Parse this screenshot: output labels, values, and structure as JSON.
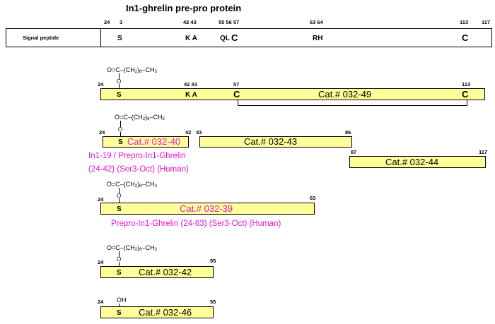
{
  "title": "In1-ghrelin pre-pro protein",
  "top_bar": {
    "label": "Signal peptide",
    "positions": [
      "24",
      "3",
      "42 43",
      "55 56 57",
      "63 64",
      "113",
      "117"
    ],
    "residues": [
      "S",
      "K A",
      "QL",
      "C",
      "RH",
      "C"
    ]
  },
  "chem": {
    "octanoyl_prefix": "O=C–(CH",
    "octanoyl_sub1": "2",
    "octanoyl_mid": ")",
    "octanoyl_sub2": "6",
    "octanoyl_suffix": "–CH",
    "octanoyl_sub3": "3",
    "oxygen": "O",
    "hydroxyl": "OH",
    "serine": "S"
  },
  "fragments": [
    {
      "cat": "Cat.# 032-49",
      "start": "24",
      "end": "113",
      "marks": [
        "42 43",
        "57"
      ],
      "residues": [
        "K A",
        "C",
        "C"
      ]
    },
    {
      "cat": "Cat.# 032-40",
      "start": "24",
      "end": "42",
      "name_line1": "In1-19 / Prepro-In1-Ghrelin",
      "name_line2": "(24-42) (Ser3-Oct) (Human)"
    },
    {
      "cat": "Cat.# 032-43",
      "start": "43",
      "end": "86"
    },
    {
      "cat": "Cat.# 032-44",
      "start": "87",
      "end": "117"
    },
    {
      "cat": "Cat.# 032-39",
      "start": "24",
      "end": "63",
      "name": "Prepro-In1-Ghrelin (24-63) (Ser3-Oct) (Human)"
    },
    {
      "cat": "Cat.# 032-42",
      "start": "24",
      "end": "55"
    },
    {
      "cat": "Cat.# 032-46",
      "start": "24",
      "end": "55"
    }
  ],
  "colors": {
    "bar_fill": "#ffff99",
    "highlight_text": "#e815d1"
  }
}
